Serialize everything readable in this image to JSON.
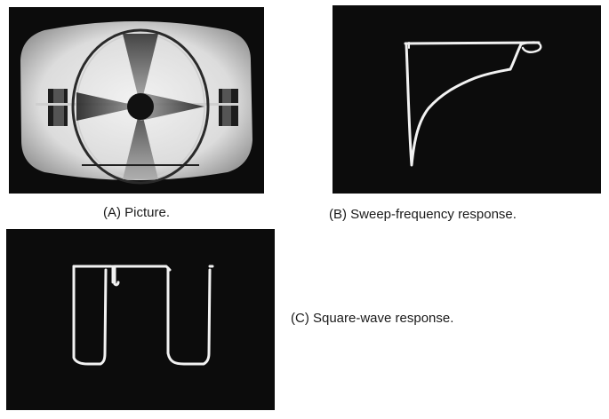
{
  "figures": [
    {
      "caption": "(A) Picture."
    },
    {
      "caption": "(B) Sweep-frequency response."
    },
    {
      "caption": "(C) Square-wave response."
    }
  ]
}
